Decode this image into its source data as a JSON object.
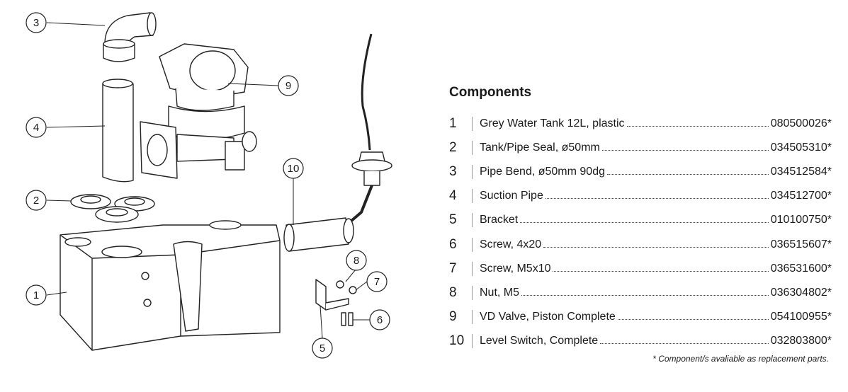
{
  "components": {
    "title": "Components",
    "items": [
      {
        "num": "1",
        "name": "Grey Water Tank 12L, plastic",
        "part_no": "080500026*"
      },
      {
        "num": "2",
        "name": "Tank/Pipe Seal, ø50mm",
        "part_no": "034505310*"
      },
      {
        "num": "3",
        "name": "Pipe Bend, ø50mm 90dg",
        "part_no": "034512584*"
      },
      {
        "num": "4",
        "name": "Suction Pipe",
        "part_no": "034512700*"
      },
      {
        "num": "5",
        "name": "Bracket",
        "part_no": "010100750*"
      },
      {
        "num": "6",
        "name": "Screw, 4x20",
        "part_no": "036515607*"
      },
      {
        "num": "7",
        "name": "Screw, M5x10",
        "part_no": "036531600*"
      },
      {
        "num": "8",
        "name": "Nut, M5",
        "part_no": "036304802*"
      },
      {
        "num": "9",
        "name": "VD Valve, Piston Complete",
        "part_no": "054100955*"
      },
      {
        "num": "10",
        "name": "Level Switch, Complete",
        "part_no": "032803800*"
      }
    ],
    "footnote": "* Component/s avaliable as replacement parts."
  },
  "callouts": [
    "3",
    "9",
    "4",
    "10",
    "2",
    "8",
    "7",
    "1",
    "6",
    "5"
  ]
}
